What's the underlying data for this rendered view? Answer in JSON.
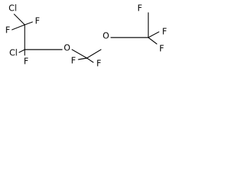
{
  "structure": {
    "atom_labels": {
      "cl_top": "Cl",
      "f_c1_right": "F",
      "f_c1_left": "F",
      "cl_bottom": "Cl",
      "f_c2_down": "F",
      "o_ether": "O",
      "f_c3_left": "F",
      "f_c3_right": "F",
      "o_trifluoromethoxy": "O",
      "f_cf3_top": "F",
      "f_cf3_right": "F",
      "f_cf3_bottom": "F"
    }
  },
  "colors": {
    "bond": "#000000",
    "label": "#000000",
    "background": "#ffffff"
  }
}
